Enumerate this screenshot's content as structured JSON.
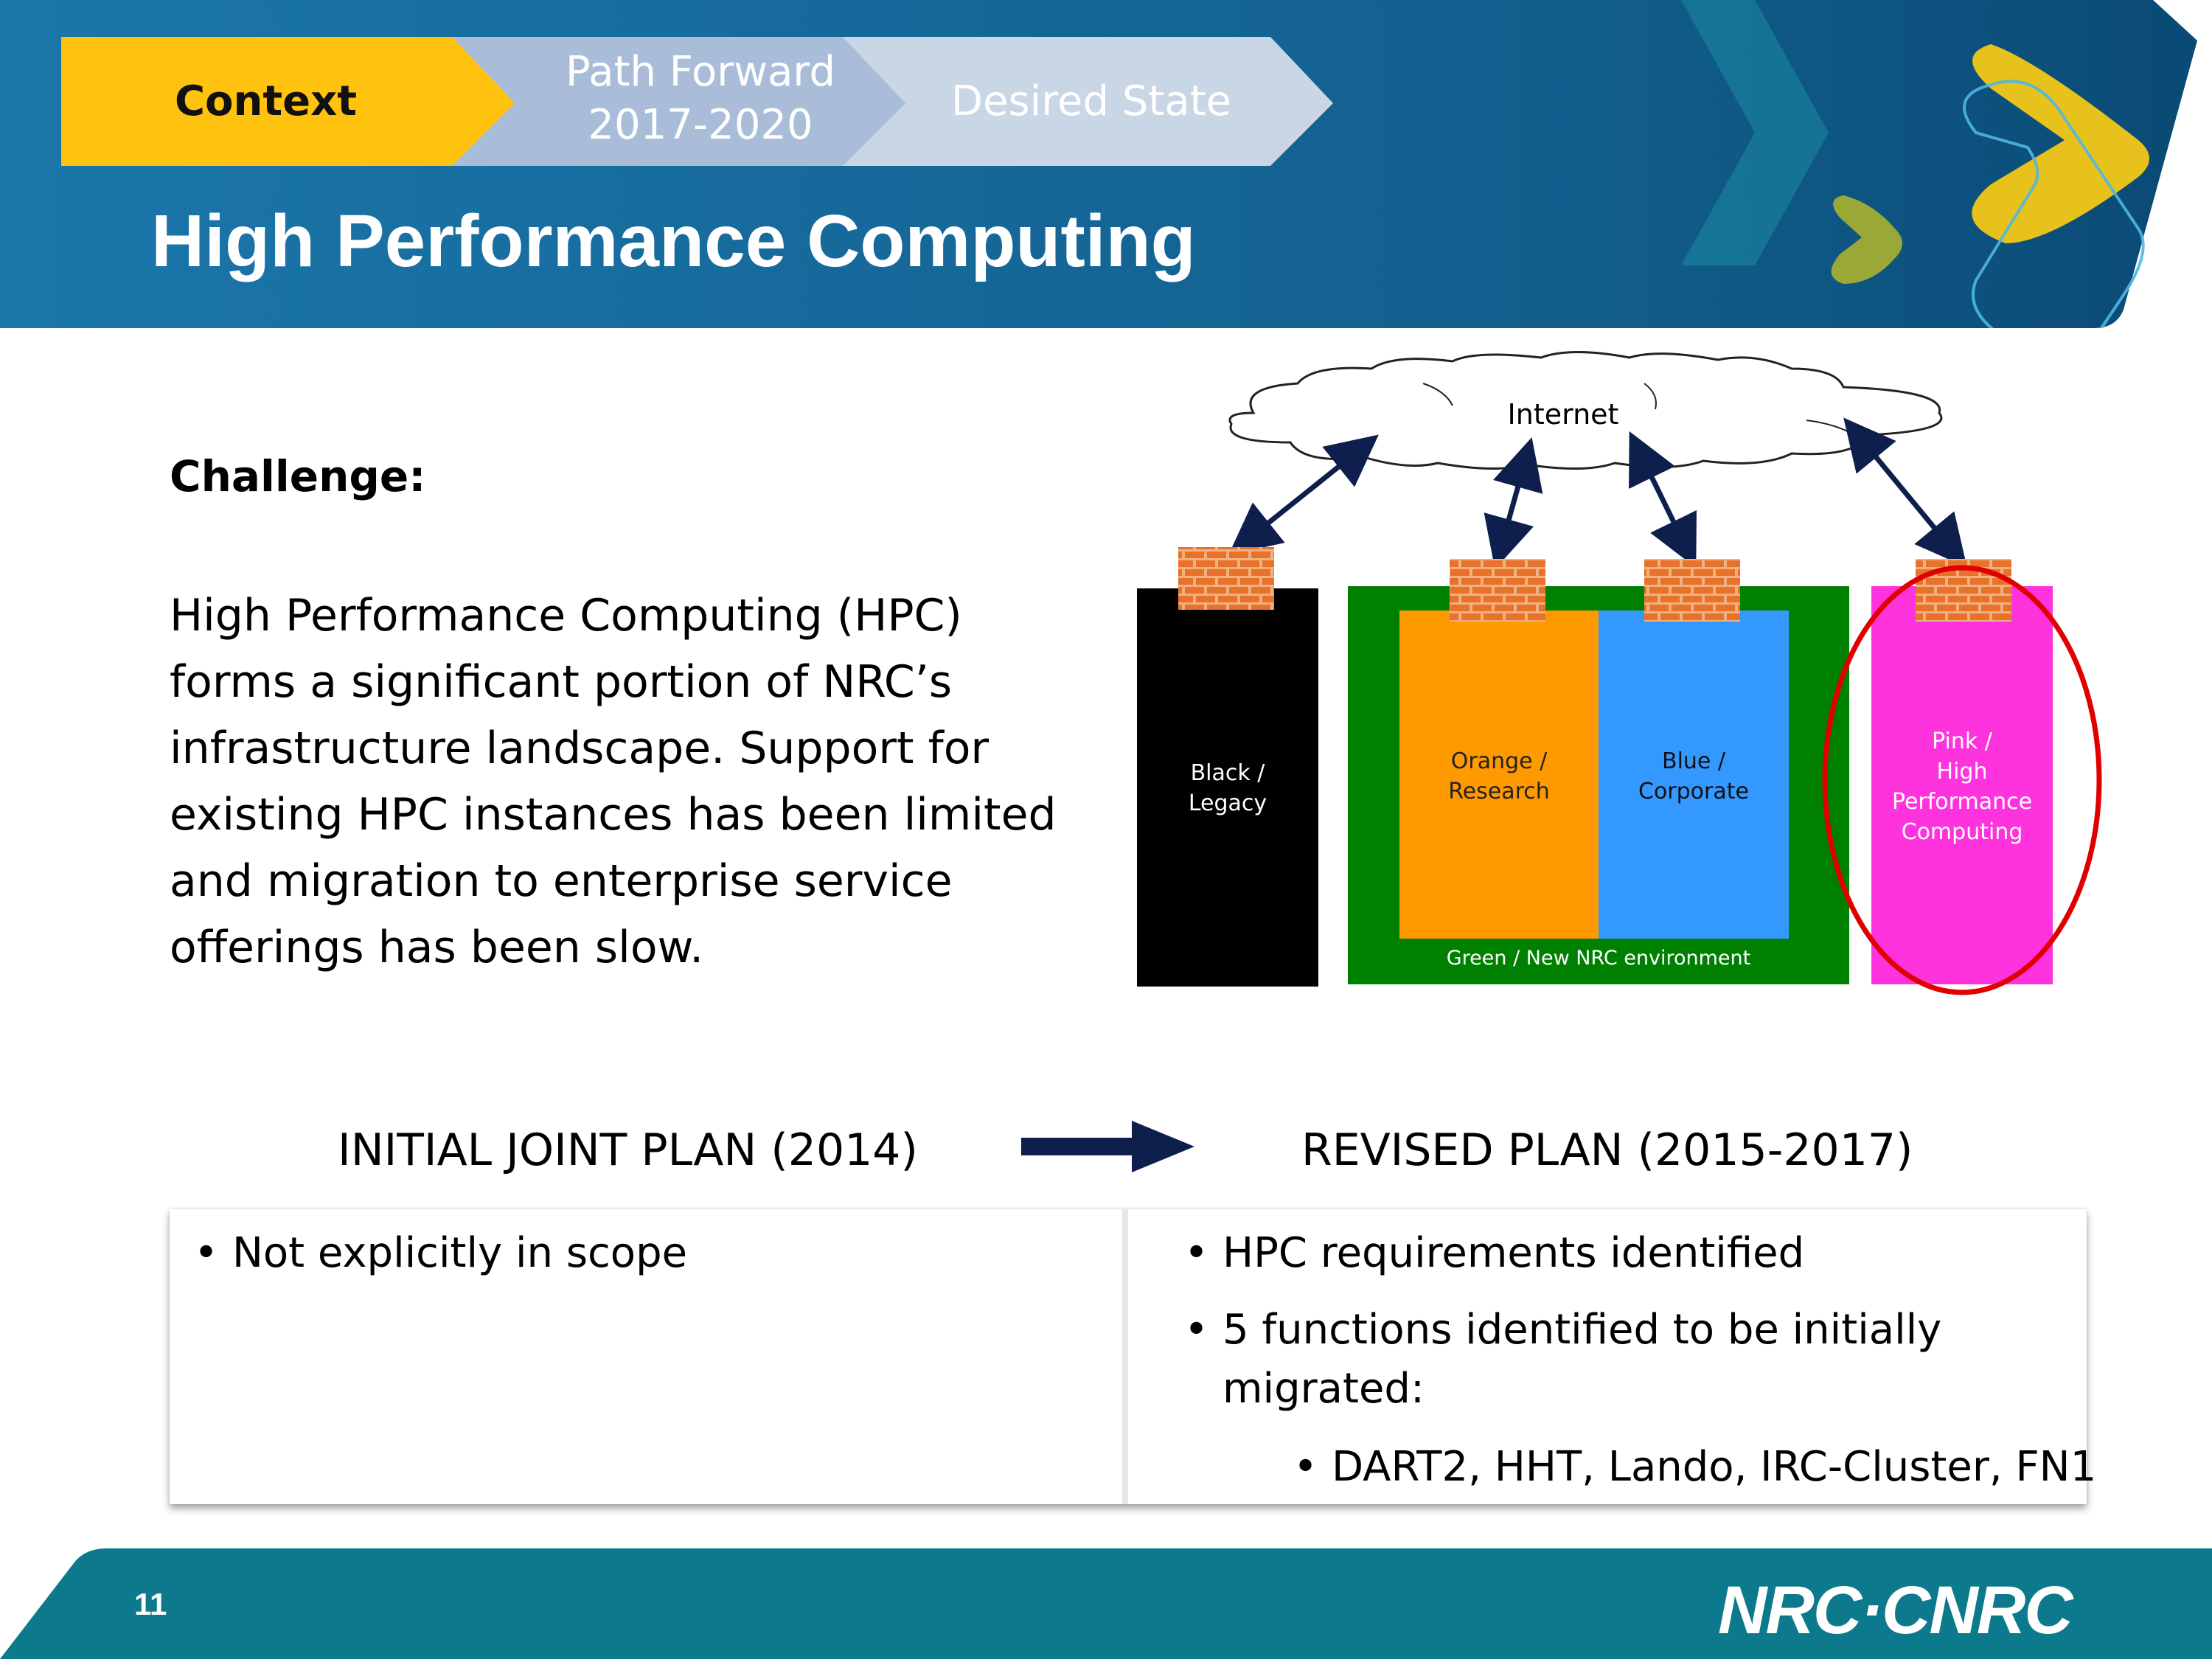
{
  "header": {
    "steps": [
      {
        "label_lines": [
          "Context"
        ],
        "active": true
      },
      {
        "label_lines": [
          "Path Forward",
          "2017-2020"
        ],
        "active": false
      },
      {
        "label_lines": [
          "Desired State"
        ],
        "active": false
      }
    ],
    "title": "High Performance Computing"
  },
  "challenge": {
    "heading": "Challenge:",
    "body_lines": [
      "High Performance Computing (HPC)",
      "forms a significant portion of NRC’s",
      "infrastructure landscape. Support for",
      "existing HPC instances has been limited",
      "and migration to enterprise service",
      "offerings has been slow."
    ]
  },
  "diagram": {
    "cloud_label": "Internet",
    "zones": [
      {
        "label_lines": [
          "Black /",
          "Legacy"
        ],
        "color": "#000000"
      },
      {
        "label_lines": [
          "Orange /",
          "Research"
        ],
        "color": "#FF9900"
      },
      {
        "label_lines": [
          "Blue /",
          "Corporate"
        ],
        "color": "#3399FF"
      },
      {
        "label_lines": [
          "Pink /",
          "High",
          "Performance",
          "Computing"
        ],
        "color": "#FF33DD"
      }
    ],
    "green_label": "Green / New NRC environment",
    "green_color": "#008000",
    "highlight_color": "#E00000"
  },
  "plans": {
    "initial_heading": "INITIAL JOINT PLAN (2014)",
    "revised_heading": "REVISED PLAN (2015-2017)",
    "initial_items": [
      "Not explicitly in scope"
    ],
    "revised_items": [
      {
        "lines": [
          "HPC requirements identified"
        ]
      },
      {
        "lines": [
          "5 functions identified to be initially",
          "migrated:"
        ]
      }
    ],
    "revised_subitems": [
      "DART2, HHT, Lando, IRC-Cluster, FN1"
    ],
    "bullet_glyph": "•"
  },
  "footer": {
    "page_number": "11",
    "logo": "NRC·CNRC"
  },
  "colors": {
    "header_blue": "#1A6FA0",
    "active_step": "#FFC20E",
    "footer_teal": "#0C7A8C"
  }
}
